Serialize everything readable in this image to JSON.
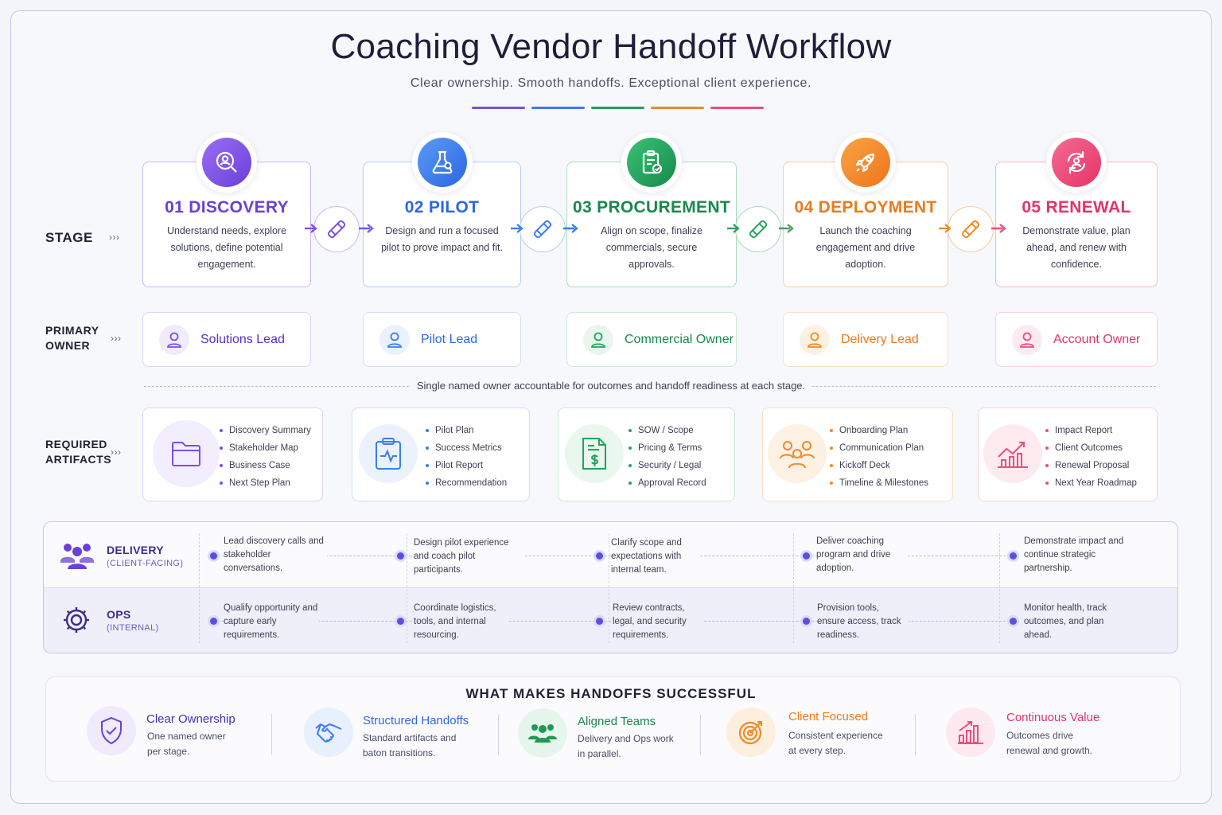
{
  "title": "Coaching Vendor Handoff Workflow",
  "subtitle": "Clear ownership. Smooth handoffs. Exceptional client experience.",
  "colors": {
    "purple": "#7b4ee6",
    "blue": "#3b7cf0",
    "green": "#22a35a",
    "orange": "#f08a24",
    "pink": "#ef4c7c"
  },
  "row_labels": {
    "stage": "STAGE",
    "owner_line1": "PRIMARY",
    "owner_line2": "OWNER",
    "artifacts_line1": "REQUIRED",
    "artifacts_line2": "ARTIFACTS",
    "chevrons": "›››"
  },
  "stages": [
    {
      "name": "01 DISCOVERY",
      "desc": "Understand needs, explore solutions, define potential engagement.",
      "icon": "search-user-icon"
    },
    {
      "name": "02 PILOT",
      "desc": "Design and run a focused pilot to prove impact and fit.",
      "icon": "flask-icon"
    },
    {
      "name": "03 PROCUREMENT",
      "desc": "Align on scope, finalize commercials, secure approvals.",
      "icon": "clipboard-check-icon"
    },
    {
      "name": "04 DEPLOYMENT",
      "desc": "Launch the coaching engagement and drive adoption.",
      "icon": "rocket-icon"
    },
    {
      "name": "05 RENEWAL",
      "desc": "Demonstrate value, plan ahead, and renew with confidence.",
      "icon": "refresh-user-icon"
    }
  ],
  "owners": [
    "Solutions Lead",
    "Pilot Lead",
    "Commercial Owner",
    "Delivery Lead",
    "Account Owner"
  ],
  "owner_note": "Single named owner accountable for outcomes and handoff readiness at each stage.",
  "artifacts": [
    {
      "icon": "folder-icon",
      "items": [
        "Discovery Summary",
        "Stakeholder Map",
        "Business Case",
        "Next Step Plan"
      ]
    },
    {
      "icon": "clipboard-pulse-icon",
      "items": [
        "Pilot Plan",
        "Success Metrics",
        "Pilot Report",
        "Recommendation"
      ]
    },
    {
      "icon": "document-dollar-icon",
      "items": [
        "SOW / Scope",
        "Pricing & Terms",
        "Security / Legal",
        "Approval Record"
      ]
    },
    {
      "icon": "team-icon",
      "items": [
        "Onboarding Plan",
        "Communication Plan",
        "Kickoff Deck",
        "Timeline & Milestones"
      ]
    },
    {
      "icon": "growth-chart-icon",
      "items": [
        "Impact Report",
        "Client Outcomes",
        "Renewal Proposal",
        "Next Year Roadmap"
      ]
    }
  ],
  "lanes": {
    "delivery": {
      "title": "DELIVERY",
      "sub": "(CLIENT-FACING)",
      "steps": [
        "Lead discovery calls and stakeholder conversations.",
        "Design pilot experience and coach pilot participants.",
        "Clarify scope and expectations with internal team.",
        "Deliver coaching program and drive adoption.",
        "Demonstrate impact and continue strategic partnership."
      ]
    },
    "ops": {
      "title": "OPS",
      "sub": "(INTERNAL)",
      "steps": [
        "Qualify opportunity and capture early requirements.",
        "Coordinate logistics, tools, and internal resourcing.",
        "Review contracts, legal, and security requirements.",
        "Provision tools, ensure access, track readiness.",
        "Monitor health, track outcomes, and plan ahead."
      ]
    }
  },
  "success": {
    "title": "WHAT MAKES HANDOFFS SUCCESSFUL",
    "items": [
      {
        "name": "Clear Ownership",
        "line1": "One named owner",
        "line2": "per stage.",
        "icon": "shield-check-icon"
      },
      {
        "name": "Structured Handoffs",
        "line1": "Standard artifacts and",
        "line2": "baton transitions.",
        "icon": "handshake-icon"
      },
      {
        "name": "Aligned Teams",
        "line1": "Delivery and Ops work",
        "line2": "in parallel.",
        "icon": "people-icon"
      },
      {
        "name": "Client Focused",
        "line1": "Consistent experience",
        "line2": "at every step.",
        "icon": "target-icon"
      },
      {
        "name": "Continuous Value",
        "line1": "Outcomes drive",
        "line2": "renewal and growth.",
        "icon": "bar-growth-icon"
      }
    ]
  }
}
